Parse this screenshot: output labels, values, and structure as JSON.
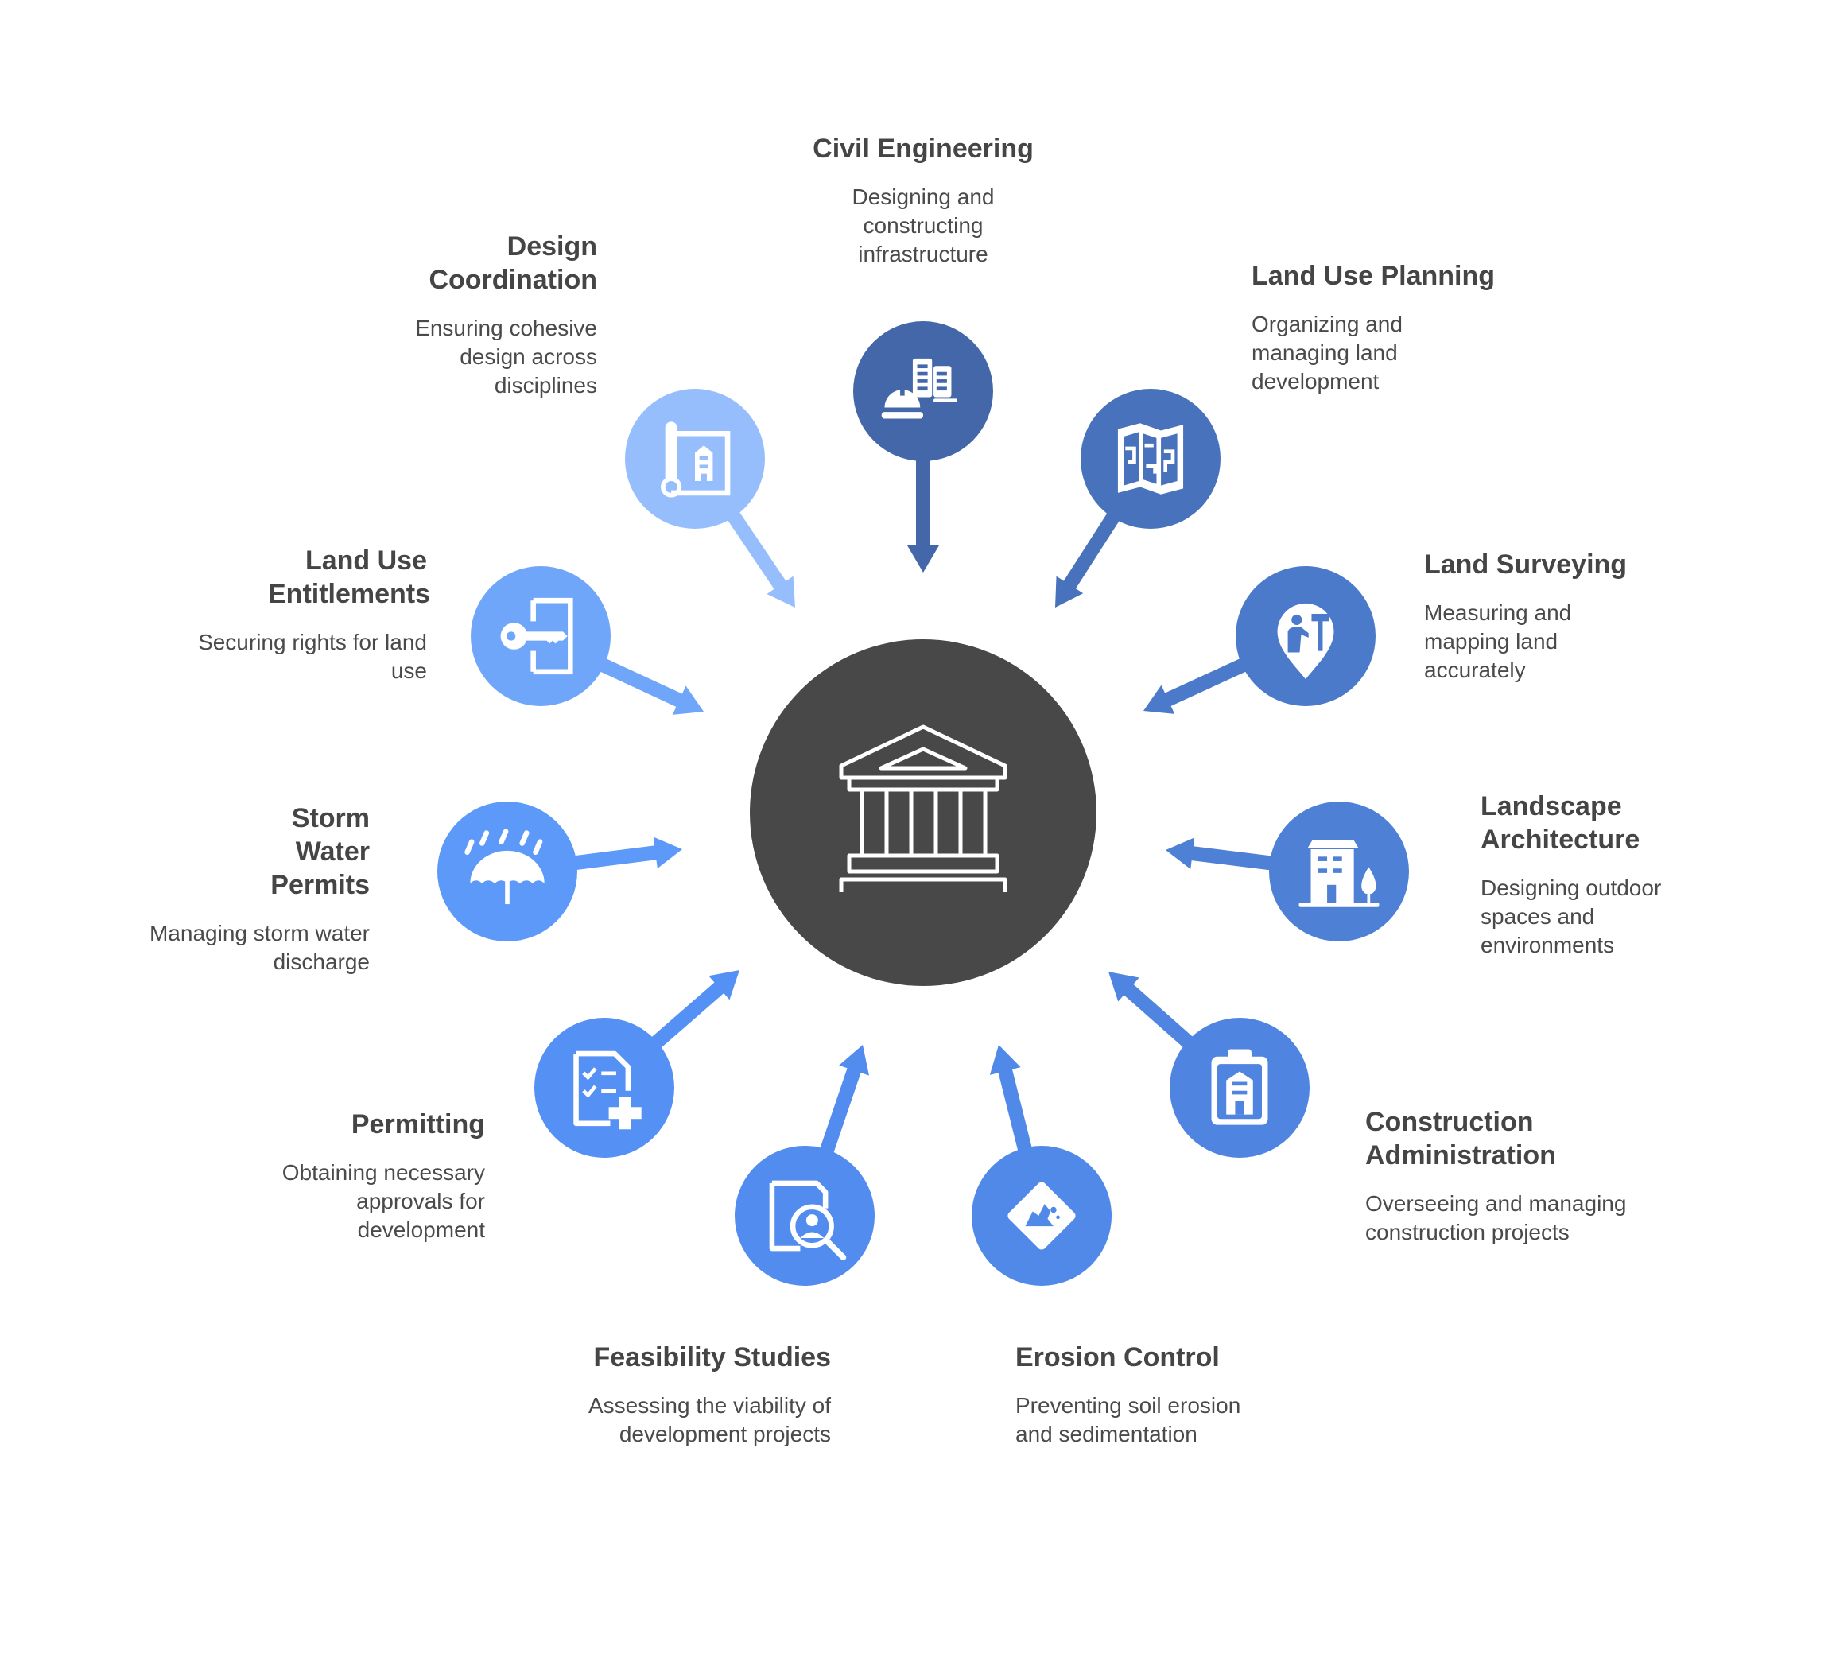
{
  "diagram": {
    "center": {
      "icon": "government-building-icon",
      "color": "#484848"
    },
    "nodes": [
      {
        "id": "civil-engineering",
        "title": "Civil Engineering",
        "description": "Designing and constructing infrastructure",
        "icon": "construction-building-icon",
        "color": "#4367A8"
      },
      {
        "id": "land-use-planning",
        "title": "Land Use Planning",
        "description": "Organizing and managing land development",
        "icon": "map-icon",
        "color": "#4872BC"
      },
      {
        "id": "land-surveying",
        "title": "Land Surveying",
        "description": "Measuring and mapping land accurately",
        "icon": "surveyor-pin-icon",
        "color": "#4C7ACB"
      },
      {
        "id": "landscape-architecture",
        "title": "Landscape Architecture",
        "description": "Designing outdoor spaces and environments",
        "icon": "building-tree-icon",
        "color": "#4E80D6"
      },
      {
        "id": "construction-administration",
        "title": "Construction Administration",
        "description": "Overseeing and managing construction projects",
        "icon": "clipboard-building-icon",
        "color": "#4F85E0"
      },
      {
        "id": "erosion-control",
        "title": "Erosion Control",
        "description": "Preventing soil erosion and sedimentation",
        "icon": "erosion-sign-icon",
        "color": "#5089E8"
      },
      {
        "id": "feasibility-studies",
        "title": "Feasibility Studies",
        "description": "Assessing the viability of development projects",
        "icon": "document-search-icon",
        "color": "#528CEF"
      },
      {
        "id": "permitting",
        "title": "Permitting",
        "description": "Obtaining necessary approvals for development",
        "icon": "checklist-plus-icon",
        "color": "#5590F5"
      },
      {
        "id": "storm-water-permits",
        "title": "Storm Water Permits",
        "description": "Managing storm water discharge",
        "icon": "umbrella-rain-icon",
        "color": "#5D99F8"
      },
      {
        "id": "land-use-entitlements",
        "title": "Land Use Entitlements",
        "description": "Securing rights for land use",
        "icon": "key-door-icon",
        "color": "#70A6FA"
      },
      {
        "id": "design-coordination",
        "title": "Design Coordination",
        "description": "Ensuring cohesive design across disciplines",
        "icon": "blueprint-icon",
        "color": "#97BEFC"
      }
    ]
  }
}
